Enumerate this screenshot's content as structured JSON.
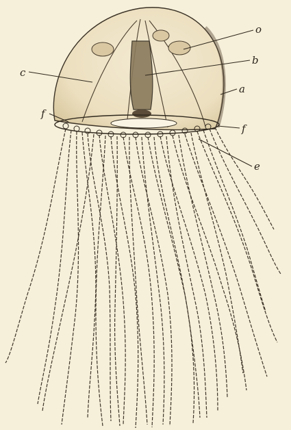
{
  "figure": {
    "labels": {
      "o": "o",
      "b": "b",
      "a": "a",
      "c": "c",
      "f_left": "f",
      "f_right": "f",
      "e": "e"
    }
  }
}
